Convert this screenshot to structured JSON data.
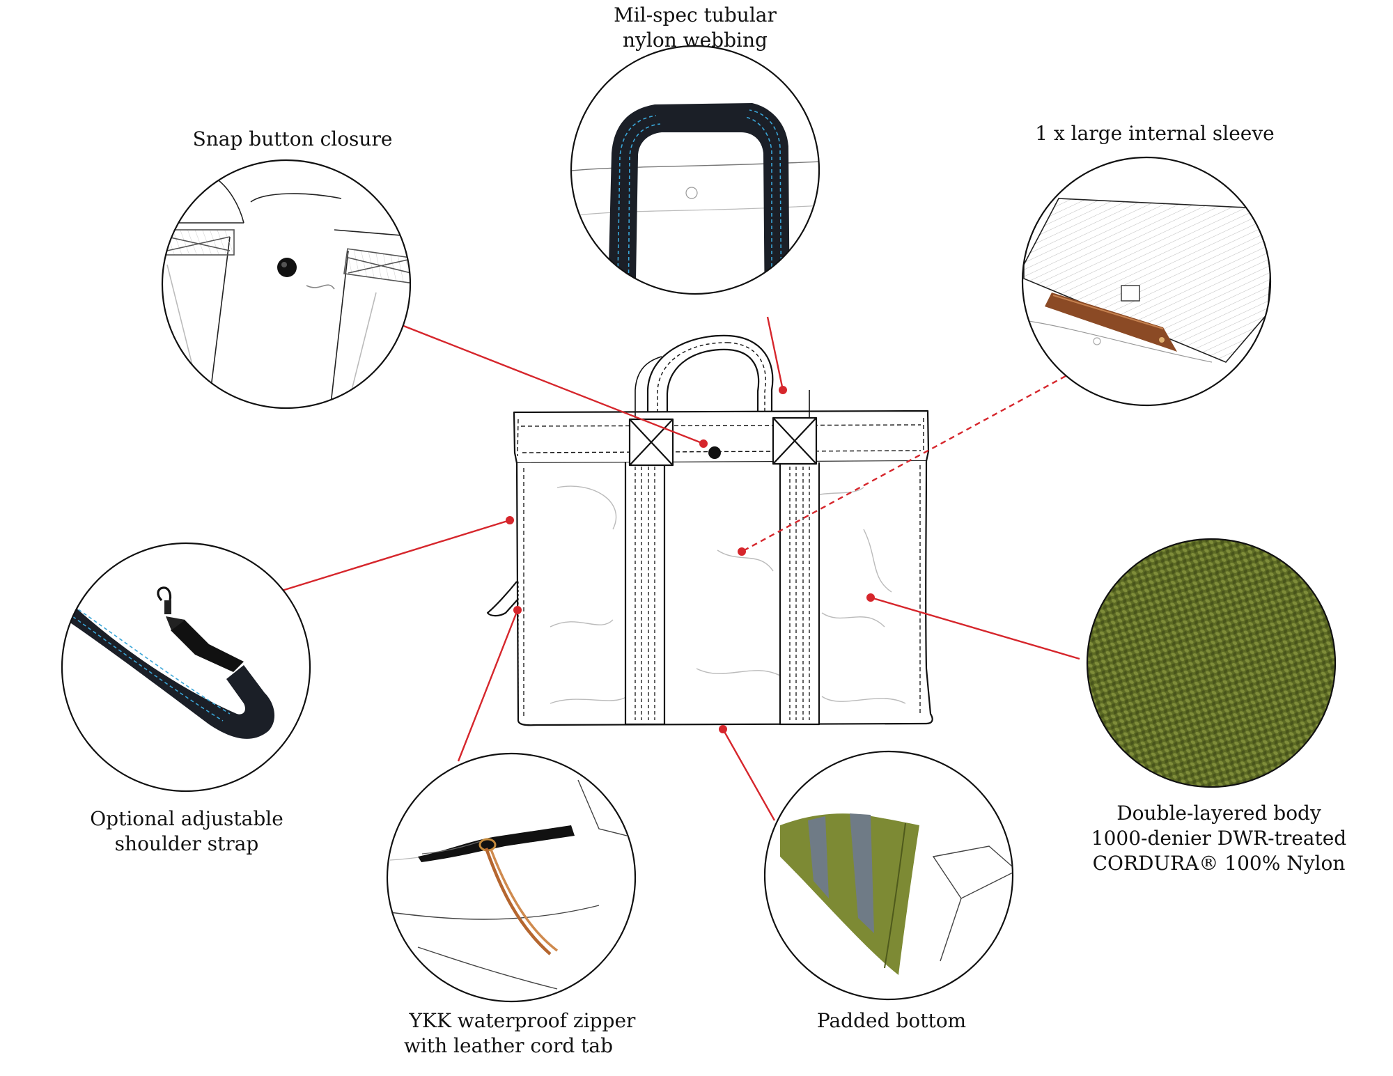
{
  "colors": {
    "callout": "#d6262c",
    "outline": "#111111",
    "strap": "#1b1f27",
    "stitch": "#3aa6d8",
    "nylon_green": "#5c6a24",
    "leather": "#8b4a25",
    "pad_green": "#7d8a34",
    "pad_band": "#6f7b86"
  },
  "icons": {
    "snap": "snap-button-icon",
    "hook": "swivel-hook-icon"
  },
  "callouts": {
    "webbing": {
      "lines": [
        "Mil-spec tubular",
        "nylon webbing"
      ]
    },
    "snap": {
      "lines": [
        "Snap button closure"
      ]
    },
    "sleeve": {
      "lines": [
        "1 x large internal sleeve"
      ]
    },
    "strap": {
      "lines": [
        "Optional adjustable",
        "shoulder strap"
      ]
    },
    "body": {
      "lines": [
        "Double-layered body",
        "1000-denier DWR-treated",
        "CORDURA® 100% Nylon"
      ]
    },
    "zipper": {
      "lines": [
        "YKK waterproof zipper",
        "with leather cord tab"
      ]
    },
    "bottom": {
      "lines": [
        "Padded bottom"
      ]
    }
  }
}
